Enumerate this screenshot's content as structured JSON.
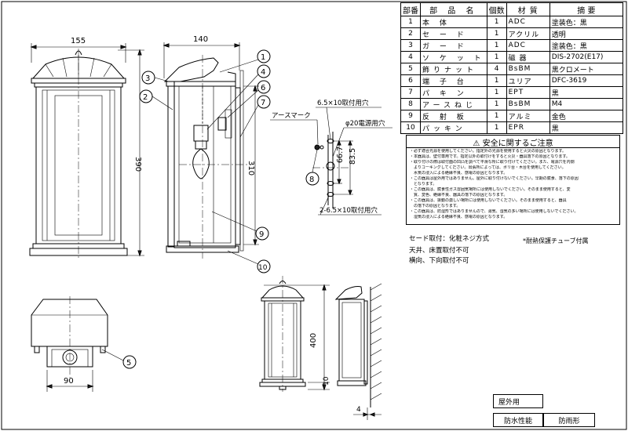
{
  "dimensions": {
    "front_width": "155",
    "side_depth": "140",
    "height": "390",
    "mount_height": "310",
    "back_width": "90",
    "total_height": "400",
    "bottom_offset": "10",
    "wall_gap": "4",
    "hole_spacing": "66.7",
    "hole_spacing_outer": "83.5"
  },
  "callouts": [
    "1",
    "2",
    "3",
    "4",
    "5",
    "6",
    "7",
    "8",
    "9",
    "10"
  ],
  "mount_labels": {
    "top_hole": "6.5×10取付用穴",
    "ground_mark": "アースマーク",
    "power_hole": "φ20電源用穴",
    "bottom_hole": "2-6.5×10取付用穴"
  },
  "parts_table": {
    "headers": [
      "部番",
      "部 品 名",
      "個数",
      "材 質",
      "摘 要"
    ],
    "rows": [
      {
        "no": "1",
        "name": "本 体",
        "qty": "1",
        "material": "ADC",
        "summary": "塗装色：黒"
      },
      {
        "no": "2",
        "name": "セ ー ド",
        "qty": "1",
        "material": "アクリル",
        "summary": "透明"
      },
      {
        "no": "3",
        "name": "ガ ー ド",
        "qty": "1",
        "material": "ADC",
        "summary": "塗装色：黒"
      },
      {
        "no": "4",
        "name": "ソ ケ ッ ト",
        "qty": "1",
        "material": "磁 器",
        "summary": "DIS-2702(E17)"
      },
      {
        "no": "5",
        "name": "飾りナット",
        "qty": "4",
        "material": "BsBM",
        "summary": "黒クロメート"
      },
      {
        "no": "6",
        "name": "端 子 台",
        "qty": "1",
        "material": "ユリア",
        "summary": "DFC-3619"
      },
      {
        "no": "7",
        "name": "パ キ ン",
        "qty": "1",
        "material": "EPT",
        "summary": "黒"
      },
      {
        "no": "8",
        "name": "アースねじ",
        "qty": "1",
        "material": "BsBM",
        "summary": "M4"
      },
      {
        "no": "9",
        "name": "反 射 板",
        "qty": "1",
        "material": "アルミ",
        "summary": "金色"
      },
      {
        "no": "10",
        "name": "パッキン",
        "qty": "1",
        "material": "EPR",
        "summary": "黒"
      }
    ]
  },
  "safety": {
    "title": "安全に関するご注意",
    "items": [
      "・必ず適合光源を使用してください。指定外の光源を使用すると火災の原因となります。",
      "・本器具は、壁付専用です。指定以外の取付けをすると火災・器具落下の原因となります。",
      "・取り付けの際は取付面の凹凸を調べて平滑な所に取り付けてください。また、電源穴を内側",
      "　よりコーキングしてください。出張所によっては、ボリ台・木台を使用してください。",
      "　水気の浸入による絶縁不良、感電の原因となります。",
      "・この器具は屋外用ではありません。屋外に取り付けないでください。早期の腐食、落下の原因",
      "　となります。",
      "・この器具は、腐食性ガス雰囲気場所には使用しないでください。そのまま使用すると、変",
      "　質、変色、絶縁不良、器具の落下の原因となります。",
      "・この器具は、振動の激しい場所には使用しないでください。そのまま使用すると、器具",
      "　の落下の原因となります。",
      "・この器具は、防湿形ではありませんので、湯気、湿気の多い場所には使用しないでください。",
      "　湿気の浸入による絶縁不良、感電の原因となります。"
    ]
  },
  "notes": {
    "shade_mount": "セード取付：化粧ネジ方式",
    "tube_note": "*耐熱保護チューブ付属",
    "ceiling": "天井、床置取付不可",
    "orientation": "横向、下向取付不可"
  },
  "footer": {
    "usage": "屋外用",
    "rating_label": "防水性能",
    "rating_value": "防雨形"
  }
}
